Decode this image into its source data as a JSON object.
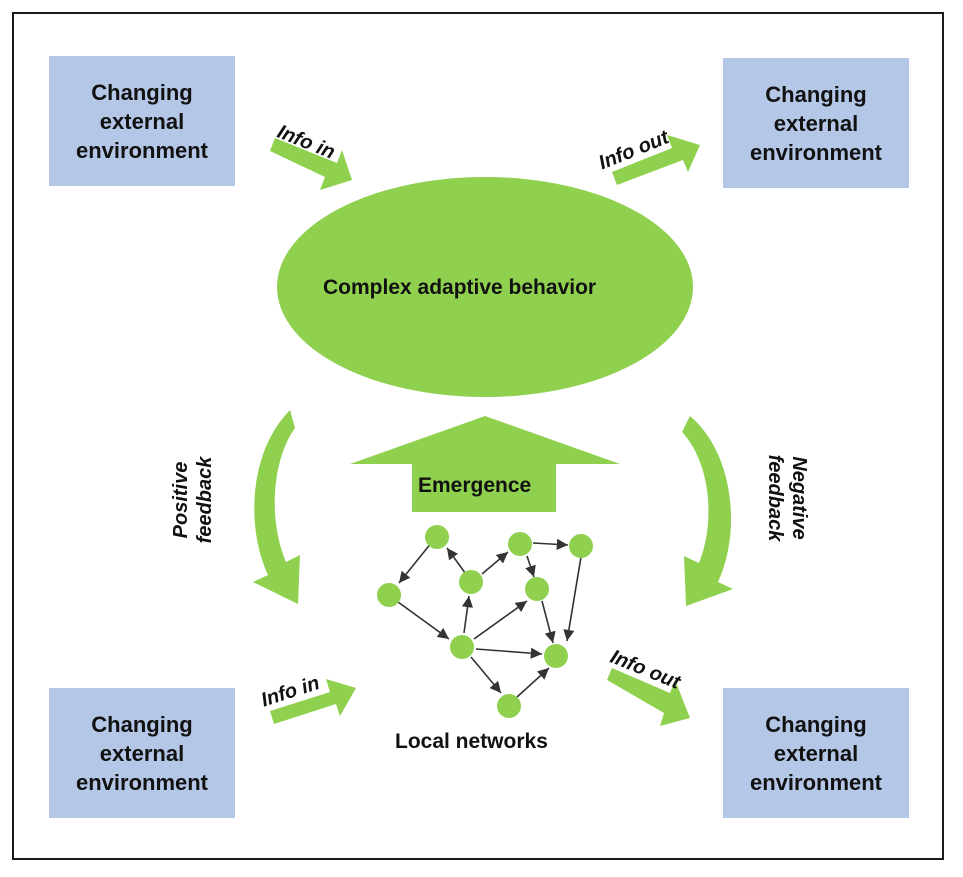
{
  "environment_boxes": {
    "top_left": "Changing\nexternal\nenvironment",
    "top_right": "Changing\nexternal\nenvironment",
    "bottom_left": "Changing\nexternal\nenvironment",
    "bottom_right": "Changing\nexternal\nenvironment"
  },
  "center": {
    "ellipse_label": "Complex adaptive behavior",
    "emergence_label": "Emergence",
    "network_label": "Local networks"
  },
  "arrows": {
    "top_in": "Info in",
    "top_out": "Info out",
    "bottom_in": "Info in",
    "bottom_out": "Info out",
    "positive_feedback": "Positive\nfeedback",
    "negative_feedback": "Negative\nfeedback"
  },
  "colors": {
    "green": "#8fd14f",
    "box_blue": "#b4c7e7",
    "edge": "#333333"
  }
}
